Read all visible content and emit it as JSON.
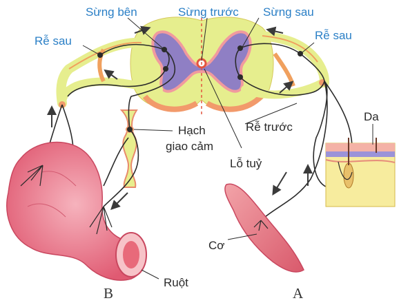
{
  "labels": {
    "sung_ben": "Sừng bên",
    "sung_truoc": "Sừng trước",
    "sung_sau": "Sừng sau",
    "re_sau_left": "Rễ sau",
    "re_sau_right": "Rễ sau",
    "hach_line1": "Hạch",
    "hach_line2": "giao cảm",
    "re_truoc": "Rễ trước",
    "lo_tuy": "Lỗ tuỷ",
    "da": "Da",
    "co": "Cơ",
    "ruot": "Ruột",
    "letter_b": "B",
    "letter_a": "A"
  },
  "colors": {
    "label_blue": "#2a7fc6",
    "gray_matter": "#8f7fc4",
    "white_matter": "#e4ec8a",
    "tissue_pink": "#e86a7a",
    "nerve": "#2b2b2b"
  }
}
